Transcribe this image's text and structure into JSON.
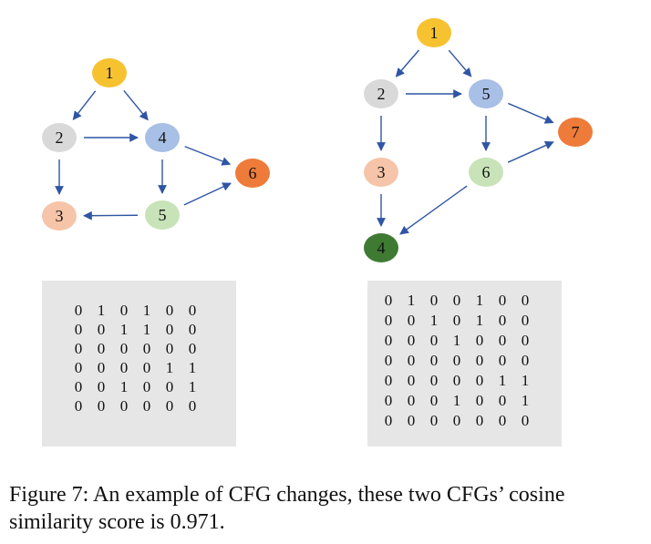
{
  "graphs": [
    {
      "id": "left",
      "nodes": [
        {
          "id": "1",
          "label": "1",
          "color": "#f7c230"
        },
        {
          "id": "2",
          "label": "2",
          "color": "#d9d9d9"
        },
        {
          "id": "3",
          "label": "3",
          "color": "#f6c4a8"
        },
        {
          "id": "4",
          "label": "4",
          "color": "#a8bfe6"
        },
        {
          "id": "5",
          "label": "5",
          "color": "#c8e3b8"
        },
        {
          "id": "6",
          "label": "6",
          "color": "#ee7b3a"
        }
      ],
      "edges": [
        [
          "1",
          "2"
        ],
        [
          "1",
          "4"
        ],
        [
          "2",
          "4"
        ],
        [
          "2",
          "3"
        ],
        [
          "4",
          "5"
        ],
        [
          "4",
          "6"
        ],
        [
          "5",
          "3"
        ],
        [
          "5",
          "6"
        ]
      ],
      "matrix": [
        [
          0,
          1,
          0,
          1,
          0,
          0
        ],
        [
          0,
          0,
          1,
          1,
          0,
          0
        ],
        [
          0,
          0,
          0,
          0,
          0,
          0
        ],
        [
          0,
          0,
          0,
          0,
          1,
          1
        ],
        [
          0,
          0,
          1,
          0,
          0,
          1
        ],
        [
          0,
          0,
          0,
          0,
          0,
          0
        ]
      ]
    },
    {
      "id": "right",
      "nodes": [
        {
          "id": "1",
          "label": "1",
          "color": "#f7c230"
        },
        {
          "id": "2",
          "label": "2",
          "color": "#d9d9d9"
        },
        {
          "id": "5",
          "label": "5",
          "color": "#a8bfe6"
        },
        {
          "id": "7",
          "label": "7",
          "color": "#ee7b3a"
        },
        {
          "id": "3",
          "label": "3",
          "color": "#f6c4a8"
        },
        {
          "id": "6",
          "label": "6",
          "color": "#c8e3b8"
        },
        {
          "id": "4",
          "label": "4",
          "color": "#3f7a33"
        }
      ],
      "edges": [
        [
          "1",
          "2"
        ],
        [
          "1",
          "5"
        ],
        [
          "2",
          "5"
        ],
        [
          "2",
          "3"
        ],
        [
          "5",
          "6"
        ],
        [
          "5",
          "7"
        ],
        [
          "6",
          "7"
        ],
        [
          "6",
          "4"
        ],
        [
          "3",
          "4"
        ]
      ],
      "matrix": [
        [
          0,
          1,
          0,
          0,
          1,
          0,
          0
        ],
        [
          0,
          0,
          1,
          0,
          1,
          0,
          0
        ],
        [
          0,
          0,
          0,
          1,
          0,
          0,
          0
        ],
        [
          0,
          0,
          0,
          0,
          0,
          0,
          0
        ],
        [
          0,
          0,
          0,
          0,
          0,
          1,
          1
        ],
        [
          0,
          0,
          0,
          1,
          0,
          0,
          1
        ],
        [
          0,
          0,
          0,
          0,
          0,
          0,
          0
        ]
      ]
    }
  ],
  "colors": {
    "edge": "#2f55a4",
    "matrix_bg": "#e6e6e6"
  },
  "caption": "Figure 7: An example of CFG changes, these two CFGs’ cosine similarity score is 0.971."
}
